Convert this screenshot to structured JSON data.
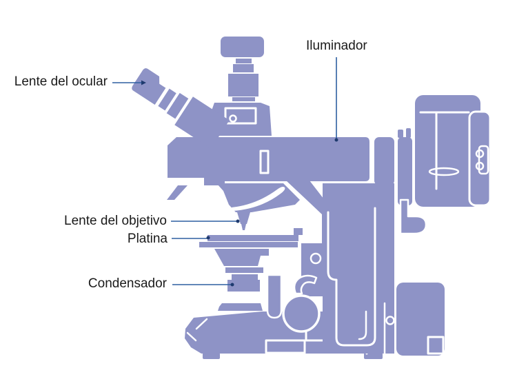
{
  "figure": {
    "type": "labeled-diagram",
    "subject": "microscope",
    "background": "#ffffff",
    "colors": {
      "body_fill": "#8e93c6",
      "detail_outline": "#ffffff",
      "leader_line": "#2d5fa0",
      "leader_dot": "#1e3a6e",
      "label_text": "#1a1a1a"
    },
    "labels": [
      {
        "id": "lente-del-ocular",
        "text": "Lente del ocular"
      },
      {
        "id": "iluminador",
        "text": "Iluminador"
      },
      {
        "id": "lente-del-objetivo",
        "text": "Lente del objetivo"
      },
      {
        "id": "platina",
        "text": "Platina"
      },
      {
        "id": "condensador",
        "text": "Condensador"
      }
    ]
  }
}
